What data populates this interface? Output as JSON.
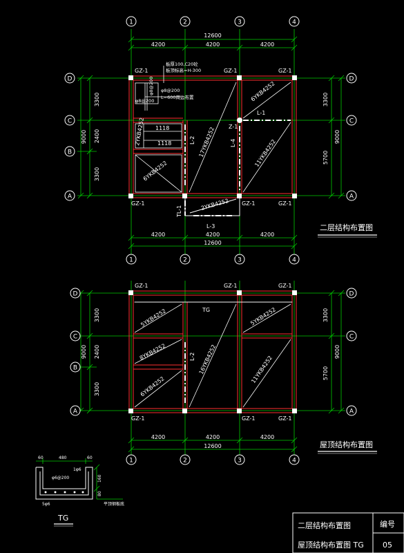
{
  "colors": {
    "background": "#000000",
    "axis_green": "#00ff00",
    "wall_red": "#ff3030",
    "text_white": "#ffffff",
    "text_yellow": "#ffff00",
    "dim_green": "#00ff66"
  },
  "axes": {
    "vertical": [
      "1",
      "2",
      "3",
      "4"
    ],
    "horizontal": [
      "D",
      "C",
      "B",
      "A"
    ]
  },
  "dims": {
    "total": "12600",
    "bay": "4200",
    "left_stack": [
      "3300",
      "2400",
      "3300"
    ],
    "left_total": "9000",
    "right_stack": [
      "3300",
      "5700"
    ],
    "right_total": "9000"
  },
  "plan1": {
    "title": "二层结构布置图",
    "corner_columns": [
      "GZ-1",
      "GZ-1",
      "GZ-1",
      "GZ-1",
      "GZ-1",
      "GZ-1"
    ],
    "note_line1": "板厚100,C20砼",
    "note_line2": "板顶标高=H-300",
    "rebar1": "φ8@200",
    "rebar2": "φ8@200",
    "rebar3": "φ8@200",
    "rebar_note": "L=600周边布置",
    "slabs": {
      "s1": "6YKB4252",
      "s2": "17YKB4252",
      "s3": "11YKB4252",
      "s4": "2YKB4252",
      "s5": "6YKB4252",
      "s6": "2YKB4252",
      "s7": "1118",
      "s8": "1118"
    },
    "beams": {
      "L1": "L-1",
      "L2": "L-2",
      "L3": "L-3",
      "L4": "L-4",
      "TL1": "TL-1",
      "Z1": "Z-1"
    }
  },
  "plan2": {
    "title": "屋顶结构布置图",
    "corner_columns": [
      "GZ-1",
      "GZ-1",
      "GZ-1",
      "GZ-1",
      "GZ-1",
      "GZ-1"
    ],
    "tg": "TG",
    "slabs": {
      "s1": "5YKB4252",
      "s2": "16YKB4252",
      "s3": "5YKB4252",
      "s4": "8YKB4252",
      "s5": "6YKB4252",
      "s6": "11YKB4252"
    },
    "beams": {
      "L2": "L-2"
    }
  },
  "detail": {
    "dims_top": [
      "60",
      "480",
      "60"
    ],
    "rebar_top": "φ6@200",
    "bar_label": "1φ6",
    "height": "160",
    "bottom_label": "5φ6",
    "side_label": "80",
    "note": "平顶钢板底",
    "title": "TG"
  },
  "titleblock": {
    "line1": "二层结构布置图",
    "line2": "屋顶结构布置图 TG",
    "label": "编号",
    "number": "05"
  }
}
